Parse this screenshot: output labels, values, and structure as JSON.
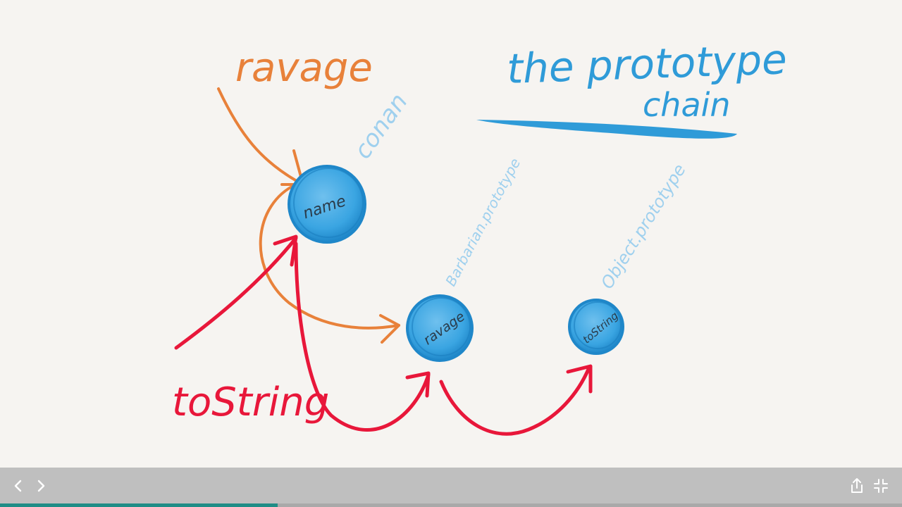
{
  "diagram": {
    "title_line1": "the prototype",
    "title_line2": "chain",
    "nodes": [
      {
        "id": "conan",
        "label": "conan",
        "inner": "name"
      },
      {
        "id": "barbarian",
        "label": "Barbarian.prototype",
        "inner": "ravage"
      },
      {
        "id": "object",
        "label": "Object.prototype",
        "inner": "toString"
      }
    ],
    "lookups": [
      {
        "property": "ravage",
        "color": "#e8813a"
      },
      {
        "property": "toString",
        "color": "#e8173a"
      }
    ],
    "colors": {
      "node": "#2f9bd8",
      "title": "#2f9bd8",
      "label": "#9fd0ee"
    }
  },
  "toolbar": {
    "progress": 0.308
  }
}
